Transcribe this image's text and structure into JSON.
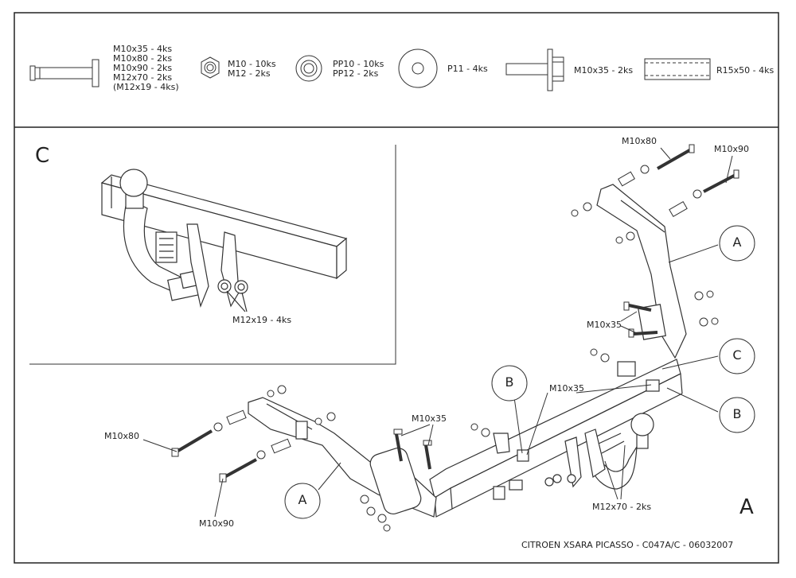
{
  "parts": {
    "bolt_list": [
      "M10x35 - 4ks",
      "M10x80 - 2ks",
      "M10x90 - 2ks",
      "M12x70 - 2ks",
      "(M12x19 - 4ks)"
    ],
    "nut_list": [
      "M10 - 10ks",
      "M12 - 2ks"
    ],
    "washer_list": [
      "PP10 - 10ks",
      "PP12 - 2ks"
    ],
    "plate_washer": "P11 - 4ks",
    "flange_bolt": "M10x35 - 2ks",
    "spacer": "R15x50 - 4ks"
  },
  "detail": {
    "letter": "C",
    "bolt_label": "M12x19 - 4ks"
  },
  "assembly": {
    "view_letter": "A",
    "labels": {
      "m10x80_top": "M10x80",
      "m10x90_top": "M10x90",
      "m10x35_right": "M10x35",
      "m10x35_mid": "M10x35",
      "m10x35_center": "M10x35",
      "m10x80_left": "M10x80",
      "m10x90_left": "M10x90",
      "m12x70": "M12x70 - 2ks"
    },
    "callouts": {
      "a_right": "A",
      "c_right": "C",
      "b_center": "B",
      "b_right": "B",
      "a_left": "A"
    }
  },
  "footer": {
    "title": "CITROEN XSARA PICASSO - C047A/C - 06032007"
  }
}
